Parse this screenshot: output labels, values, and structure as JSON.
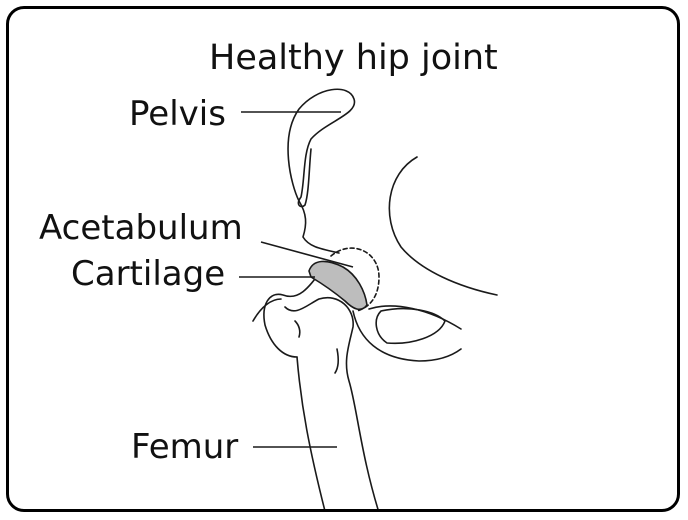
{
  "diagram": {
    "title": "Healthy hip joint",
    "labels": {
      "pelvis": "Pelvis",
      "acetabulum": "Acetabulum",
      "cartilage": "Cartilage",
      "femur": "Femur"
    },
    "colors": {
      "outline": "#1a1a1a",
      "cartilage_fill": "#bdbdbd",
      "background": "#ffffff"
    }
  }
}
